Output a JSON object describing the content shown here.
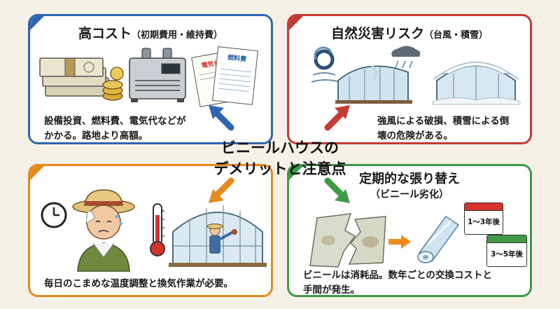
{
  "center": {
    "line1": "ビニールハウスの",
    "line2": "デメリットと注意点"
  },
  "panels": {
    "cost": {
      "title": "高コスト",
      "subtitle": "（初期費用・維持費）",
      "desc1": "設備投資、燃料費、電気代などが",
      "desc2": "かかる。路地より高額。",
      "paper1": "電気代",
      "paper2": "燃料費",
      "color": "#2f66b0"
    },
    "disaster": {
      "title": "自然災害リスク",
      "subtitle": "（台風・積雪）",
      "desc1": "強風による破損、積雪による倒",
      "desc2": "壊の危険がある。",
      "color": "#c63a34"
    },
    "labor": {
      "desc": "毎日のこまめな温度調整と換気作業が必要。",
      "color": "#e58a1f"
    },
    "replace": {
      "title": "定期的な張り替え",
      "subtitle": "（ビニール劣化）",
      "cal1": "1～3年後",
      "cal2": "3～5年後",
      "desc1": "ビニールは消耗品。数年ごとの交換コストと",
      "desc2": "手間が発生。",
      "color": "#3f9a45"
    }
  }
}
